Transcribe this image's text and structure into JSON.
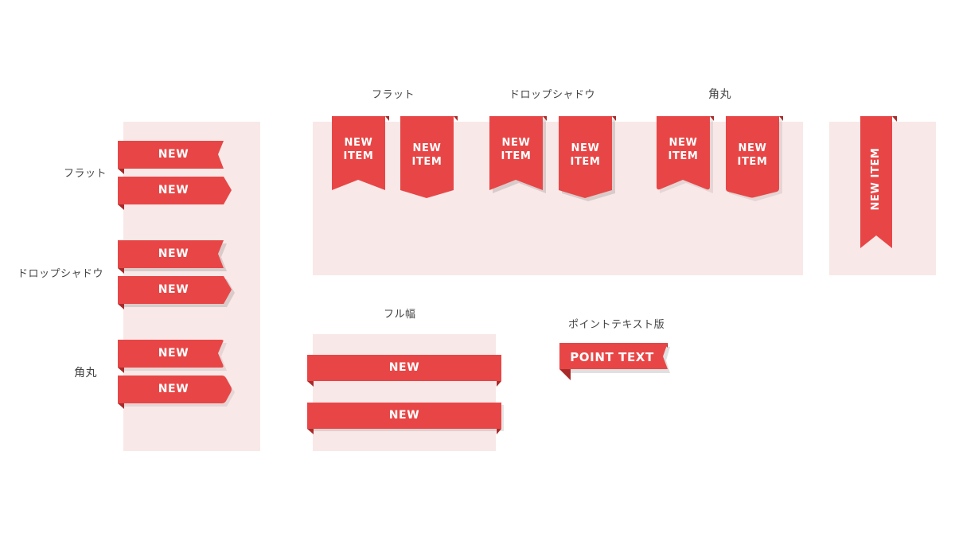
{
  "colors": {
    "ribbon": "#e84646",
    "fold": "#a92a2a",
    "panel": "#f9e8e8",
    "label": "#444444"
  },
  "sections": {
    "left_flat": "フラット",
    "left_drop": "ドロップシャドウ",
    "left_round": "角丸",
    "top_flat": "フラット",
    "top_drop": "ドロップシャドウ",
    "top_round": "角丸",
    "full_width": "フル幅",
    "point_text": "ポイントテキスト版"
  },
  "ribbons": {
    "new": "NEW",
    "new_line": "NEW",
    "item_line": "ITEM",
    "new_item": "NEW ITEM",
    "point_text": "POINT TEXT"
  }
}
